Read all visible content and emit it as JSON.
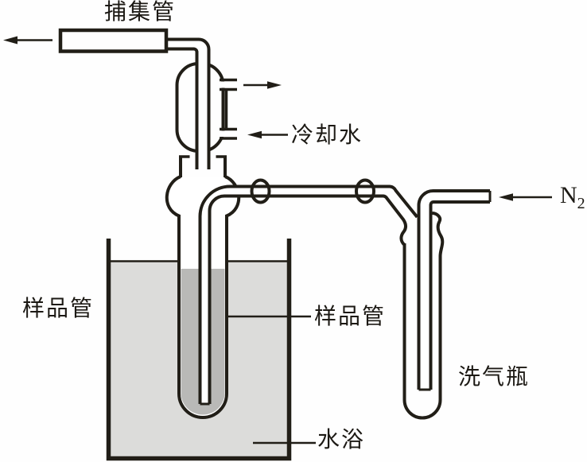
{
  "diagram": {
    "labels": {
      "trap_tube": "捕集管",
      "cooling_water": "冷却水",
      "n2": {
        "base": "N",
        "sub": "2"
      },
      "sample_tube_left": "样品管",
      "sample_tube_mid": "样品管",
      "gas_washing_bottle": "洗气瓶",
      "water_bath": "水浴"
    },
    "colors": {
      "line": "#211e17",
      "trap_tube_fill": "#b1b1b1",
      "condenser_jacket_fill": "#d6d6d4",
      "bath_water_fill": "#dcdcda",
      "sample_liquid_fill": "#b9b9b7",
      "tube_interior": "#ffffff"
    }
  }
}
